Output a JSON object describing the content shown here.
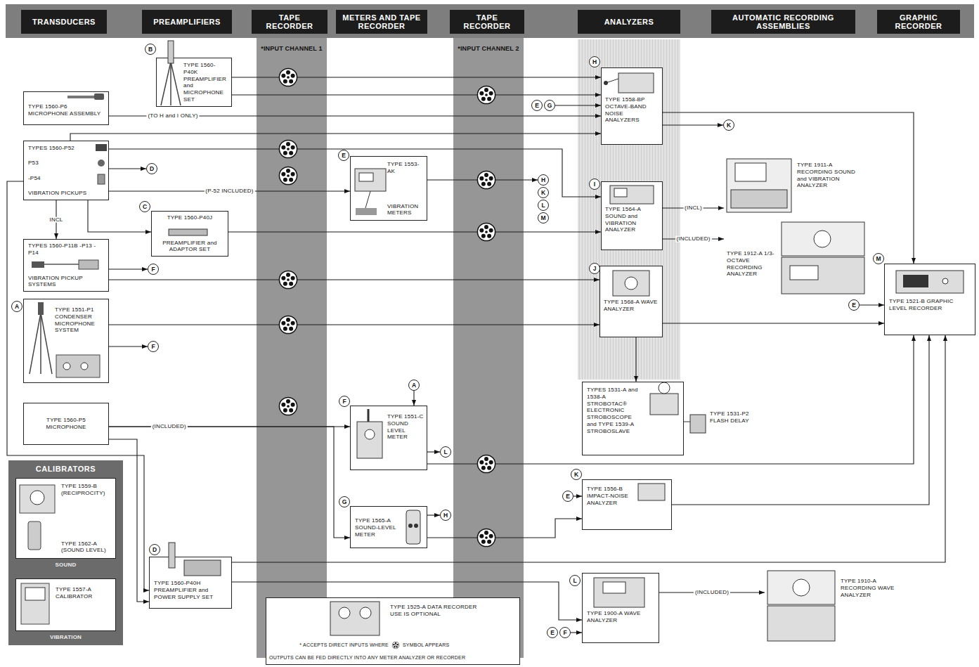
{
  "diagram": {
    "nodes": [
      {
        "text": [
          "TRANSDUCERS"
        ]
      },
      {
        "text": [
          "PREAMPLIFIERS"
        ]
      },
      {
        "text": [
          "TAPE RECORDER"
        ]
      },
      {
        "text": [
          "METERS AND TAPE RECORDER"
        ]
      },
      {
        "text": [
          "TAPE RECORDER"
        ]
      },
      {
        "text": [
          "ANALYZERS"
        ]
      },
      {
        "text": [
          "AUTOMATIC RECORDING ASSEMBLIES"
        ]
      },
      {
        "text": [
          "GRAPHIC RECORDER"
        ]
      },
      {
        "text": [
          "B"
        ]
      },
      {
        "text": [
          "TYPE 1560-P40K PREAMPLIFIER and MICROPHONE SET"
        ]
      },
      {
        "text": [
          "TYPE 1560-P6 MICROPHONE ASSEMBLY"
        ]
      },
      {
        "text": [
          "E"
        ]
      },
      {
        "text": [
          "G"
        ]
      },
      {
        "text": [
          "H"
        ]
      },
      {
        "text": [
          "TYPE 1558-BP OCTAVE-BAND NOISE ANALYZERS"
        ]
      },
      {
        "text": [
          "K"
        ]
      },
      {
        "text": [
          "TYPES 1560-P52",
          "P53",
          "-P54",
          "VIBRATION PICKUPS"
        ]
      },
      {
        "text": [
          "D"
        ]
      },
      {
        "text": [
          "E"
        ]
      },
      {
        "text": [
          "TYPE 1553-AK",
          "VIBRATION METERS"
        ]
      },
      {
        "text": [
          "H"
        ]
      },
      {
        "text": [
          "K"
        ]
      },
      {
        "text": [
          "L"
        ]
      },
      {
        "text": [
          "M"
        ]
      },
      {
        "text": [
          "I"
        ]
      },
      {
        "text": [
          "TYPE 1564-A SOUND and VIBRATION ANALYZER"
        ]
      },
      {
        "text": [
          "TYPE 1911-A RECORDING SOUND and VIBRATION ANALYZER"
        ]
      },
      {
        "text": [
          "C"
        ]
      },
      {
        "text": [
          "TYPE 1560-P40J",
          "PREAMPLIFIER and ADAPTOR SET"
        ]
      },
      {
        "text": [
          "TYPE 1912-A 1/3-OCTAVE RECORDING ANALYZER"
        ]
      },
      {
        "text": [
          "TYPES 1560-P11B -P13 -P14",
          "VIBRATION PICKUP SYSTEMS"
        ]
      },
      {
        "text": [
          "F"
        ]
      },
      {
        "text": [
          "J"
        ]
      },
      {
        "text": [
          "TYPE 1568-A WAVE ANALYZER"
        ]
      },
      {
        "text": [
          "M"
        ]
      },
      {
        "text": [
          "E"
        ]
      },
      {
        "text": [
          "TYPE 1521-B GRAPHIC LEVEL RECORDER"
        ]
      },
      {
        "text": [
          "TYPE 1551-P1 CONDENSER MICROPHONE SYSTEM"
        ]
      },
      {
        "text": [
          "A"
        ]
      },
      {
        "text": [
          "F"
        ]
      },
      {
        "text": [
          "TYPES 1531-A and 1538-A STROBOTAC® ELECTRONIC STROBOSCOPE",
          "and TYPE 1539-A STROBOSLAVE"
        ]
      },
      {
        "text": [
          "TYPE 1560-P5 MICROPHONE"
        ]
      },
      {
        "text": [
          "A"
        ]
      },
      {
        "text": [
          "F"
        ]
      },
      {
        "text": [
          "TYPE 1551-C SOUND LEVEL METER"
        ]
      },
      {
        "text": [
          "L"
        ]
      },
      {
        "text": [
          "K"
        ]
      },
      {
        "text": [
          "E"
        ]
      },
      {
        "text": [
          "TYPE 1556-B IMPACT-NOISE ANALYZER"
        ]
      },
      {
        "text": [
          "CALIBRATORS"
        ]
      },
      {
        "text": [
          "TYPE 1559-B (RECIPROCITY)",
          "TYPE 1562-A (SOUND LEVEL)"
        ],
        "in": 49
      },
      {
        "text": [
          "TYPE 1557-A CALIBRATOR"
        ],
        "in": 49
      },
      {
        "text": [
          "G"
        ]
      },
      {
        "text": [
          "TYPE 1565-A SOUND-LEVEL METER"
        ]
      },
      {
        "text": [
          "H"
        ]
      },
      {
        "text": [
          "D"
        ]
      },
      {
        "text": [
          "TYPE 1560-P40H PREAMPLIFIER and POWER SUPPLY SET"
        ]
      },
      {
        "text": [
          "L"
        ]
      },
      {
        "text": [
          "TYPE 1900-A WAVE ANALYZER"
        ]
      },
      {
        "text": [
          "TYPE 1910-A RECORDING WAVE ANALYZER"
        ]
      },
      {
        "text": [
          "E"
        ]
      },
      {
        "text": [
          "F"
        ]
      },
      {
        "text": [
          "TYPE 1525-A DATA RECORDER USE IS OPTIONAL",
          "* ACCEPTS DIRECT INPUTS WHERE",
          "SYMBOL APPEARS",
          "OUTPUTS CAN BE FED DIRECTLY INTO ANY METER ANALYZER OR RECORDER"
        ]
      }
    ],
    "edges": [
      {
        "from": 9,
        "to": 14,
        "arrow": "to"
      },
      {
        "from": 9,
        "to": 14,
        "arrow": "to"
      },
      {
        "from": 10,
        "to": 14,
        "label": "(TO H and I ONLY)",
        "arrow": "to"
      },
      {
        "from": 12,
        "to": 14,
        "arrow": "to"
      },
      {
        "from": 14,
        "to": 15,
        "arrow": "to"
      },
      {
        "from": 14,
        "to": 36,
        "arrow": "to"
      },
      {
        "from": 16,
        "to": 14,
        "arrow": "to"
      },
      {
        "from": 16,
        "to": 25,
        "arrow": "to"
      },
      {
        "from": 16,
        "to": 17,
        "arrow": "to"
      },
      {
        "from": 16,
        "to": 19,
        "label": "(P-52 INCLUDED)",
        "arrow": "to"
      },
      {
        "from": 16,
        "to": 30,
        "label": "INCL",
        "arrow": "to"
      },
      {
        "from": 16,
        "to": 28,
        "arrow": "to"
      },
      {
        "from": 16,
        "to": 56,
        "arrow": "to"
      },
      {
        "from": 19,
        "to": 20,
        "arrow": "to"
      },
      {
        "from": 25,
        "to": 26,
        "label": "(INCL)",
        "arrow": "to"
      },
      {
        "from": 25,
        "to": 29,
        "label": "(INCLUDED)",
        "arrow": "to"
      },
      {
        "from": 28,
        "to": 25,
        "arrow": "to"
      },
      {
        "from": 30,
        "to": 31,
        "arrow": "to"
      },
      {
        "from": 30,
        "to": 33,
        "arrow": "to"
      },
      {
        "from": 37,
        "to": 39,
        "arrow": "to"
      },
      {
        "from": 37,
        "to": 33,
        "arrow": "to"
      },
      {
        "from": 33,
        "to": 36,
        "arrow": "to"
      },
      {
        "from": 35,
        "to": 36,
        "arrow": "to"
      },
      {
        "from": 33,
        "to": 40,
        "arrow": "to"
      },
      {
        "from": 41,
        "to": 44,
        "label": "(INCLUDED)",
        "arrow": "to"
      },
      {
        "from": 41,
        "to": 53,
        "arrow": "to"
      },
      {
        "from": 41,
        "to": 56,
        "arrow": "to"
      },
      {
        "from": 42,
        "to": 44,
        "arrow": "to"
      },
      {
        "from": 44,
        "to": 45,
        "arrow": "to"
      },
      {
        "from": 44,
        "to": 36,
        "arrow": "to"
      },
      {
        "from": 53,
        "to": 54,
        "arrow": "to"
      },
      {
        "from": 53,
        "to": 48,
        "arrow": "to"
      },
      {
        "from": 47,
        "to": 48,
        "arrow": "to"
      },
      {
        "from": 48,
        "to": 36,
        "arrow": "to"
      },
      {
        "from": 56,
        "to": 36,
        "arrow": "to"
      },
      {
        "from": 56,
        "to": 58,
        "arrow": "to"
      },
      {
        "from": 58,
        "to": 59,
        "label": "(INCLUDED)",
        "arrow": "to"
      },
      {
        "from": 61,
        "to": 58,
        "arrow": "to"
      }
    ],
    "labels": [
      "*INPUT CHANNEL 1",
      "*INPUT CHANNEL 2",
      "TYPE 1531-P2 FLASH DELAY",
      "SOUND",
      "VIBRATION"
    ]
  }
}
